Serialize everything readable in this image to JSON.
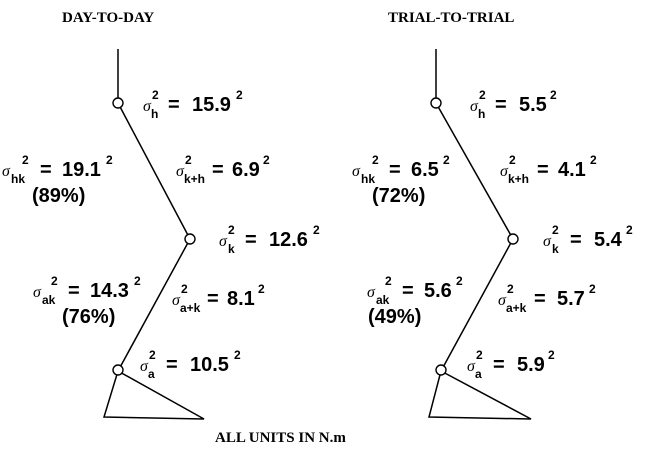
{
  "footer": "ALL UNITS IN N.m",
  "panels": [
    {
      "title": "DAY-TO-DAY",
      "sigma_h": {
        "symbol": "σ",
        "sub": "h",
        "value": "15.9"
      },
      "sigma_hk": {
        "symbol": "σ",
        "sub": "hk",
        "value": "19.1",
        "percent": "(89%)"
      },
      "sigma_k_plus_h": {
        "symbol": "σ",
        "sub": "k+h",
        "value": "6.9"
      },
      "sigma_k": {
        "symbol": "σ",
        "sub": "k",
        "value": "12.6"
      },
      "sigma_ak": {
        "symbol": "σ",
        "sub": "ak",
        "value": "14.3",
        "percent": "(76%)"
      },
      "sigma_a_plus_k": {
        "symbol": "σ",
        "sub": "a+k",
        "value": "8.1"
      },
      "sigma_a": {
        "symbol": "σ",
        "sub": "a",
        "value": "10.5"
      }
    },
    {
      "title": "TRIAL-TO-TRIAL",
      "sigma_h": {
        "symbol": "σ",
        "sub": "h",
        "value": "5.5"
      },
      "sigma_hk": {
        "symbol": "σ",
        "sub": "hk",
        "value": "6.5",
        "percent": "(72%)"
      },
      "sigma_k_plus_h": {
        "symbol": "σ",
        "sub": "k+h",
        "value": "4.1"
      },
      "sigma_k": {
        "symbol": "σ",
        "sub": "k",
        "value": "5.4"
      },
      "sigma_ak": {
        "symbol": "σ",
        "sub": "ak",
        "value": "5.6",
        "percent": "(49%)"
      },
      "sigma_a_plus_k": {
        "symbol": "σ",
        "sub": "a+k",
        "value": "5.7"
      },
      "sigma_a": {
        "symbol": "σ",
        "sub": "a",
        "value": "5.9"
      }
    }
  ],
  "exponent": "2",
  "equals": "="
}
